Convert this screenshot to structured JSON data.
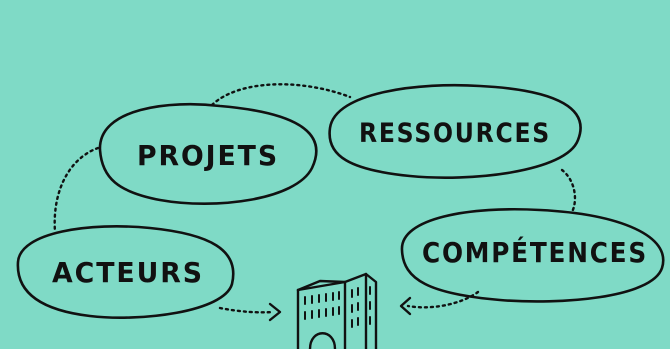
{
  "diagram": {
    "background": "#7fdac6",
    "ink": "#111111",
    "nodes": {
      "projets": "PROJETS",
      "ressources": "RESSOURCES",
      "competences": "COMPÉTENCES",
      "acteurs": "ACTEURS"
    },
    "center_icon": "building-icon"
  }
}
